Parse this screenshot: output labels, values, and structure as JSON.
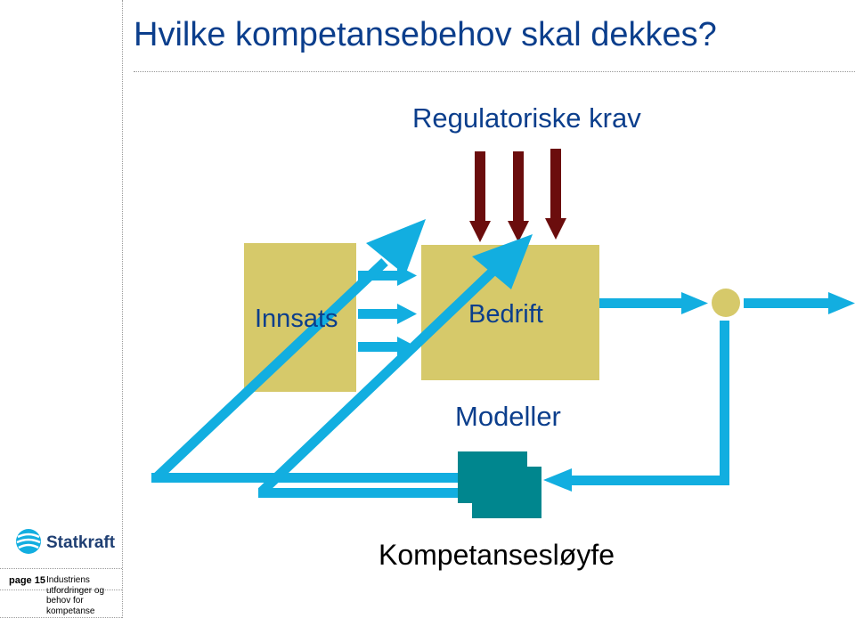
{
  "title": "Hvilke kompetansebehov skal dekkes?",
  "labels": {
    "regulatory": "Regulatoriske krav",
    "input": "Innsats",
    "company": "Bedrift",
    "models": "Modeller",
    "competence_loop": "Kompetansesløyfe"
  },
  "logo": {
    "name": "Statkraft"
  },
  "footer": {
    "page": "page 15",
    "text": "Industriens utfordringer og behov for kompetanse"
  },
  "colors": {
    "title": "#0b3e8c",
    "box": "#d6c96a",
    "flow": "#12aee0",
    "regulatory_arrow": "#6b0d0d",
    "model_block": "#00868e"
  }
}
